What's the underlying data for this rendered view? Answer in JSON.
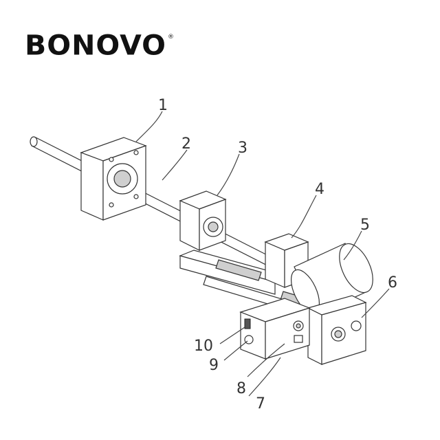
{
  "brand": {
    "name": "BONOVO",
    "registered_mark": "®"
  },
  "callouts": [
    {
      "id": "1",
      "label": "1"
    },
    {
      "id": "2",
      "label": "2"
    },
    {
      "id": "3",
      "label": "3"
    },
    {
      "id": "4",
      "label": "4"
    },
    {
      "id": "5",
      "label": "5"
    },
    {
      "id": "6",
      "label": "6"
    },
    {
      "id": "7",
      "label": "7"
    },
    {
      "id": "8",
      "label": "8"
    },
    {
      "id": "9",
      "label": "9"
    },
    {
      "id": "10",
      "label": "10"
    }
  ]
}
